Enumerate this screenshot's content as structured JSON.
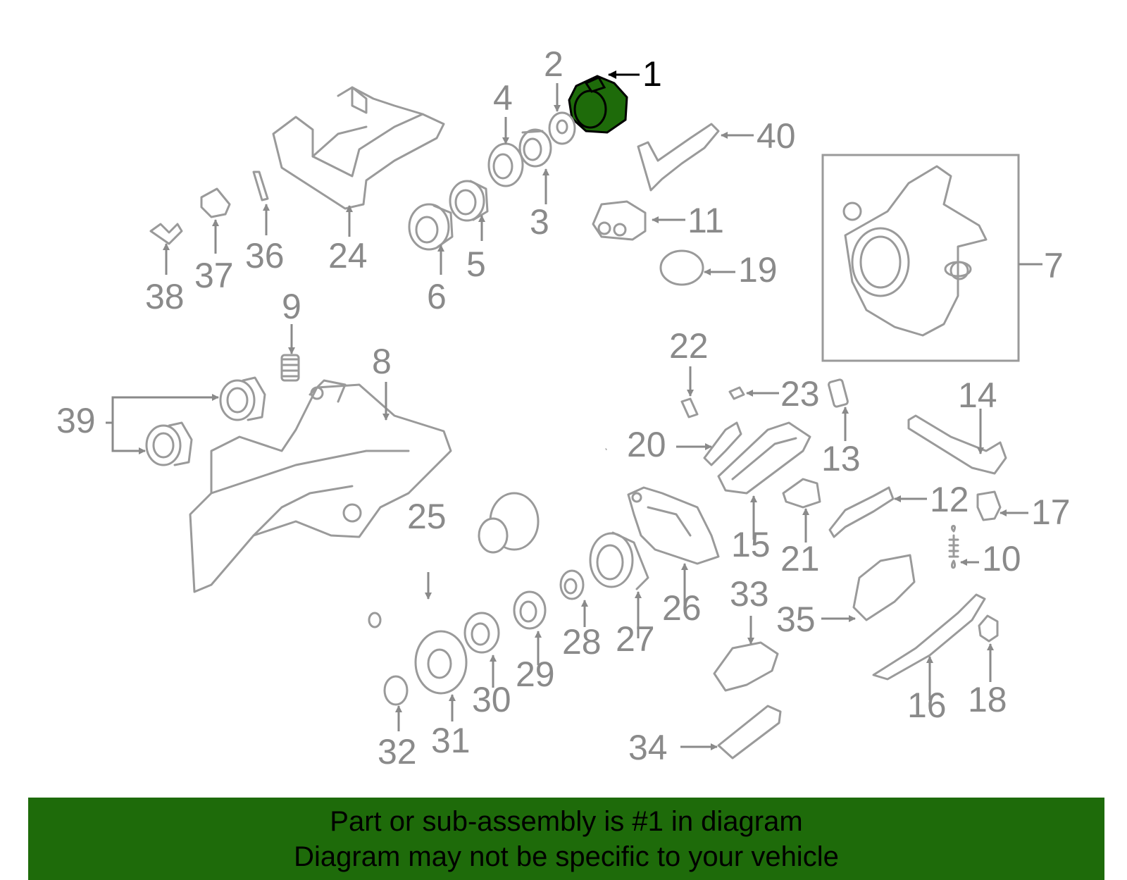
{
  "highlight_color": "#1e6b0a",
  "highlighted_part": "1",
  "callouts": [
    "1",
    "2",
    "3",
    "4",
    "5",
    "6",
    "7",
    "8",
    "9",
    "10",
    "11",
    "12",
    "13",
    "14",
    "15",
    "16",
    "17",
    "18",
    "19",
    "20",
    "21",
    "22",
    "23",
    "24",
    "25",
    "26",
    "27",
    "28",
    "29",
    "30",
    "31",
    "32",
    "33",
    "34",
    "35",
    "36",
    "37",
    "38",
    "39",
    "40"
  ],
  "banner": {
    "line1": "Part or sub-assembly is #1 in diagram",
    "line2": "Diagram may not be specific to your vehicle"
  }
}
